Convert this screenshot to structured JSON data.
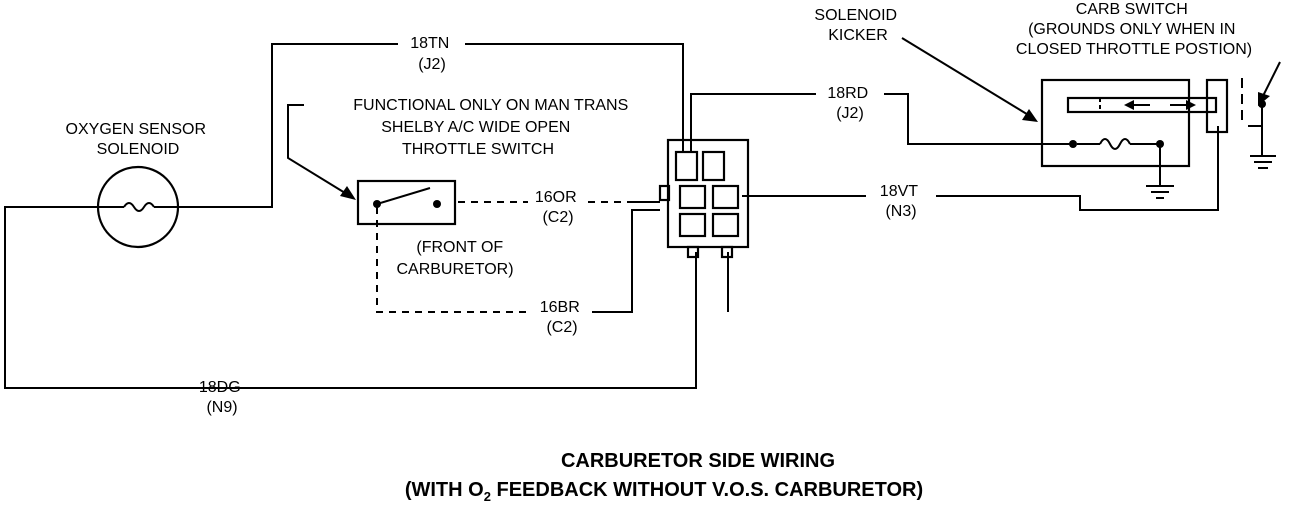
{
  "labels": {
    "oxygen_sensor": [
      "OXYGEN SENSOR",
      "SOLENOID"
    ],
    "functional_note": [
      "FUNCTIONAL ONLY ON MAN TRANS",
      "SHELBY A/C WIDE OPEN",
      "THROTTLE SWITCH"
    ],
    "front_of_carb": [
      "(FRONT OF",
      "CARBURETOR)"
    ],
    "solenoid_kicker": [
      "SOLENOID",
      "KICKER"
    ],
    "carb_switch": [
      "CARB SWITCH",
      "(GROUNDS ONLY WHEN IN",
      "CLOSED THROTTLE POSTION)"
    ]
  },
  "wires": {
    "tan": {
      "color": "18TN",
      "circuit": "(J2)"
    },
    "red": {
      "color": "18RD",
      "circuit": "(J2)"
    },
    "orange": {
      "color": "16OR",
      "circuit": "(C2)"
    },
    "violet": {
      "color": "18VT",
      "circuit": "(N3)"
    },
    "brown": {
      "color": "16BR",
      "circuit": "(C2)"
    },
    "dark_green": {
      "color": "18DG",
      "circuit": "(N9)"
    }
  },
  "title": {
    "line1": "CARBURETOR SIDE WIRING",
    "line2_pre": "(WITH O",
    "line2_sub": "2",
    "line2_post": " FEEDBACK WITHOUT V.O.S. CARBURETOR)"
  }
}
